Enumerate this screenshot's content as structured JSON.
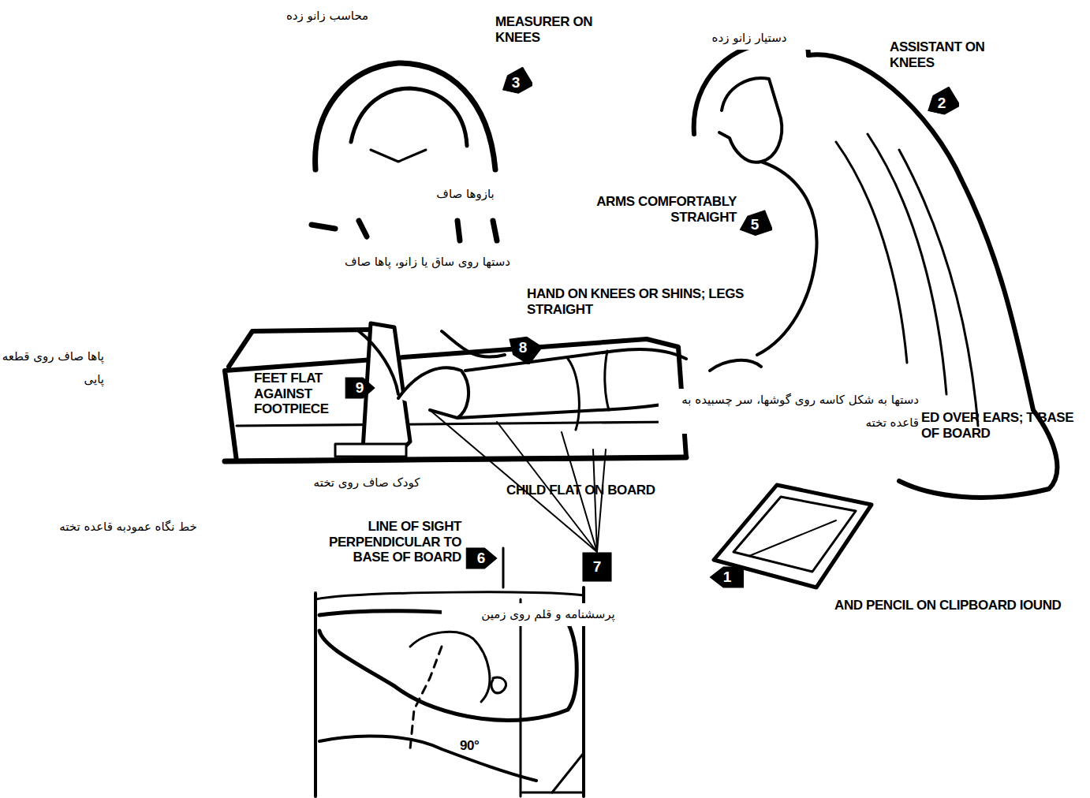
{
  "diagram": {
    "nodes": [
      {
        "text": [
          "3"
        ]
      },
      {
        "text": [
          "2"
        ]
      },
      {
        "text": [
          "5"
        ]
      },
      {
        "text": [
          "8"
        ]
      },
      {
        "text": [
          "9"
        ]
      },
      {
        "text": [
          "6"
        ]
      },
      {
        "text": [
          "7"
        ]
      },
      {
        "text": [
          "1"
        ]
      }
    ],
    "labels": [
      "محاسب زانو زده",
      "MEASURER ON KNEES",
      "دستیار زانو زده",
      "ASSISTANT ON KNEES",
      "بازوها صاف",
      "ARMS COMFORTABLY STRAIGHT",
      "دستها روی ساق یا زانو، پاها صاف",
      "HAND ON KNEES OR SHINS; LEGS STRAIGHT",
      "پاها صاف روی قطعه پایی",
      "FEET FLAT AGAINST FOOTPIECE",
      "دستها به شکل کاسه روی گوشها، سر چسبیده به قاعده تخته",
      "ED OVER EARS; T BASE OF BOARD",
      "کودک صاف روی تخته",
      "CHILD FLAT ON BOARD",
      "خط نگاه عمودبه قاعده تخته",
      "LINE OF SIGHT PERPENDICULAR TO BASE OF BOARD",
      "پرسشنامه و قلم روی زمین",
      "AND PENCIL ON CLIPBOARD IOUND",
      "90°"
    ]
  }
}
